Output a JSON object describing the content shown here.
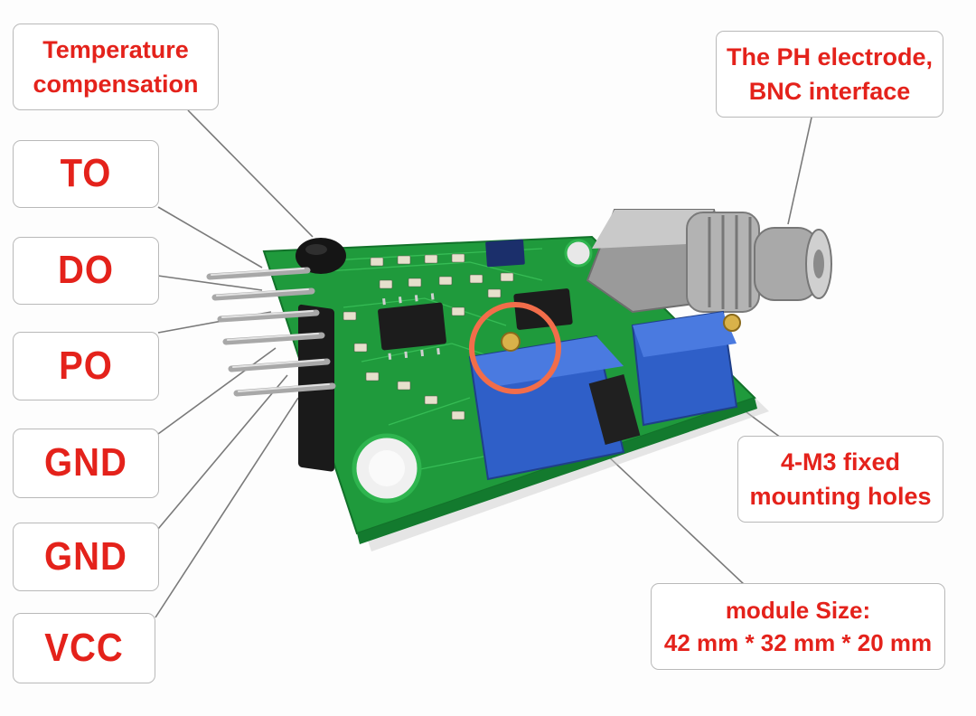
{
  "callouts": {
    "temperature_compensation": [
      "Temperature",
      "compensation"
    ],
    "ph_electrode": [
      "The PH electrode,",
      "BNC interface"
    ],
    "pin_to": "TO",
    "pin_do": "DO",
    "pin_po": "PO",
    "pin_gnd_1": "GND",
    "pin_gnd_2": "GND",
    "pin_vcc": "VCC",
    "mounting_holes": [
      "4-M3 fixed",
      "mounting holes"
    ],
    "module_size": [
      "module  Size:",
      "42 mm * 32 mm * 20 mm"
    ]
  },
  "colors": {
    "label_text": "#e4221b",
    "pcb_green": "#1f9a3c",
    "potentiometer_blue": "#2f5fc8",
    "highlight_circle": "#f26d4a"
  }
}
